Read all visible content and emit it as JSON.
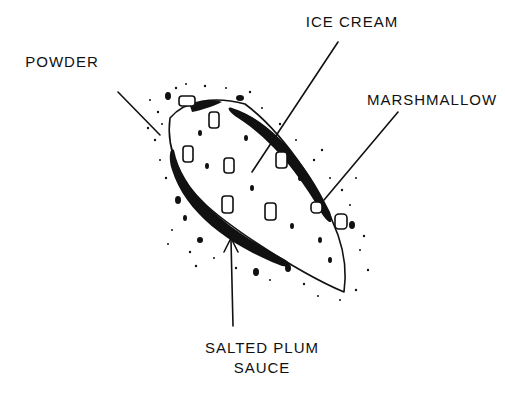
{
  "diagram": {
    "labels": [
      "POWDER",
      "ICE CREAM",
      "MARSHMALLOW",
      "SALTED PLUM SAUCE"
    ]
  }
}
